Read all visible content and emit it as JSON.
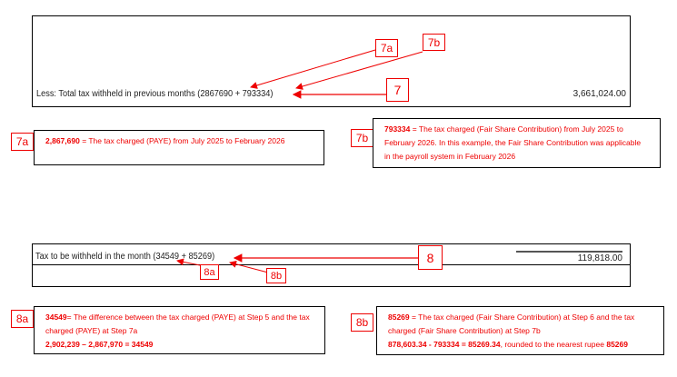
{
  "step7": {
    "label": "Less: Total tax withheld in previous months (2867690 + 793334)",
    "value": "3,661,024.00",
    "badges": {
      "main": "7",
      "a": "7a",
      "b": "7b"
    }
  },
  "note7a": {
    "bold": "2,867,690",
    "text": " = The tax charged (PAYE) from July 2025 to February 2026"
  },
  "note7b": {
    "bold": "793334",
    "text": " = The tax charged (Fair Share Contribution) from July 2025 to February 2026. In this example, the Fair Share Contribution was applicable in the payroll system in February 2026"
  },
  "step8": {
    "label": "Tax to be withheld in the month (34549 + 85269)",
    "value": "119,818.00",
    "badges": {
      "main": "8",
      "a": "8a",
      "b": "8b"
    }
  },
  "note8a": {
    "bold": "34549",
    "text": "= The difference between the tax charged (PAYE) at Step 5 and the tax charged (PAYE) at Step 7a",
    "calc": "2,902,239 – 2,867,970 = 34549"
  },
  "note8b": {
    "bold": "85269",
    "text": " = The tax charged (Fair Share Contribution) at Step 6 and the tax charged (Fair Share Contribution) at Step 7b",
    "calc": "878,603.34 - 793334 = 85269.34",
    "calc_suffix": ", rounded to the nearest rupee ",
    "calc_end": "85269"
  },
  "colors": {
    "annotation": "#e00000",
    "text": "#222222",
    "border": "#000000"
  }
}
